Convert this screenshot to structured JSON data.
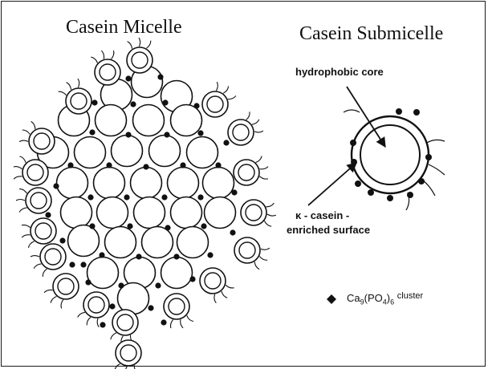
{
  "titles": {
    "micelle": "Casein Micelle",
    "submicelle": "Casein Submicelle"
  },
  "labels": {
    "core": "hydrophobic core",
    "kappa_line1": "κ - casein -",
    "kappa_line2": "enriched surface",
    "cluster_formula_a": "Ca",
    "cluster_sub_a": "9",
    "cluster_formula_b": "(PO",
    "cluster_sub_b": "4",
    "cluster_formula_c": ")",
    "cluster_sub_c": "6",
    "cluster_word": "cluster"
  },
  "colors": {
    "ink": "#111111",
    "frame": "#1a1a1a",
    "fill": "#ffffff"
  },
  "icons": {
    "cluster": "diamond-dot"
  }
}
